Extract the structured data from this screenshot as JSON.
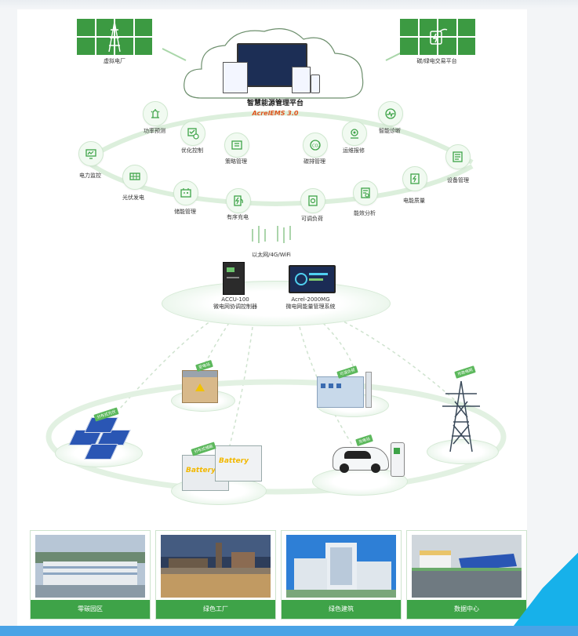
{
  "top": {
    "virtual_plant": "虚拟电厂",
    "carbon_trade": "碳/绿电交易平台",
    "platform_title": "智慧能源管理平台",
    "platform_subtitle": "AcrelEMS 3.0"
  },
  "modules": {
    "power_forecast": "功率预测",
    "optimize_control": "优化控制",
    "strategy_mgmt": "策略管理",
    "carbon_mgmt": "碳排管理",
    "ops_repair": "运维报修",
    "smart_diag": "智能诊断",
    "power_monitor": "电力监控",
    "device_mgmt": "设备管理",
    "pv": "光伏发电",
    "power_quality": "电能质量",
    "storage_mgmt": "储能管理",
    "ordered_charge": "有序充电",
    "adjustable_load": "可调负荷",
    "energy_analysis": "能效分析"
  },
  "network": "以太网/4G/WiFi",
  "controllers": {
    "accu_model": "ACCU-100",
    "accu_name": "微电网协调控制器",
    "acrel_model": "Acrel-2000MG",
    "acrel_name": "微电网能量管理系统"
  },
  "assets": {
    "substation": "变电站",
    "adjustable_load": "可调负荷",
    "city_grid": "市政电网",
    "pv_dist": "分布式光伏",
    "storage_dist": "分布式储能",
    "charge_station": "充电站"
  },
  "scenarios": [
    {
      "label": "零碳园区"
    },
    {
      "label": "绿色工厂"
    },
    {
      "label": "绿色建筑"
    },
    {
      "label": "数据中心"
    }
  ],
  "colors": {
    "accent": "#3ea348",
    "blue": "#17b1ea"
  }
}
